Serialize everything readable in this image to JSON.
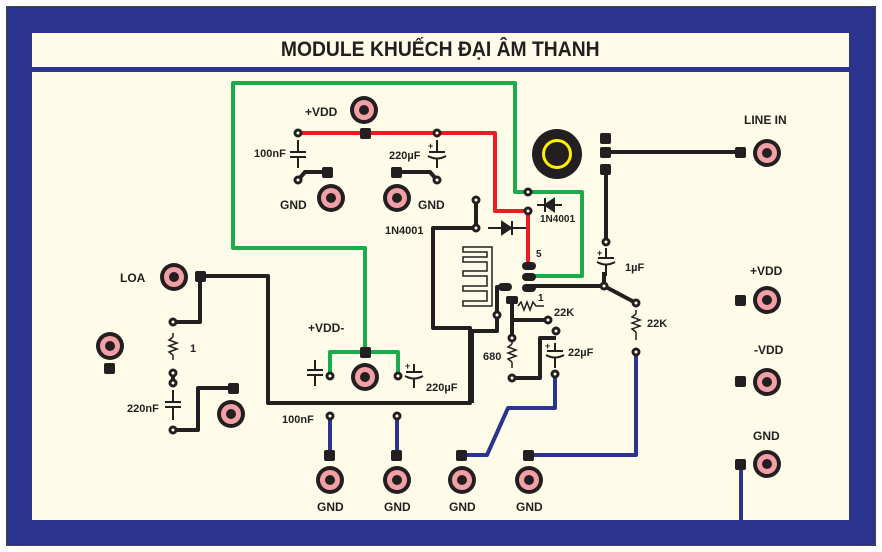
{
  "title": "MODULE KHUẾCH ĐẠI ÂM THANH",
  "colors": {
    "frame": "#2b3590",
    "board": "#fefbe9",
    "trace_black": "#231f20",
    "trace_red": "#ed1c24",
    "trace_green": "#1aab4b",
    "trace_blue": "#2b3590",
    "jack_ring": "#f2a0a6",
    "pot_ring": "#fff200"
  },
  "labels": {
    "vdd_top": "+VDD",
    "cap_100nF_top": "100nF",
    "cap_220uF_top": "220µF",
    "gnd_left_top": "GND",
    "gnd_right_top": "GND",
    "diode1": "1N4001",
    "diode2": "1N4001",
    "pin5": "5",
    "pin1": "1",
    "line_in": "LINE IN",
    "cap_1uF": "1µF",
    "r_22k_a": "22K",
    "r_22k_b": "22K",
    "r_680": "680",
    "cap_22uF": "22µF",
    "loa": "LOA",
    "r_1": "1",
    "cap_220nF": "220nF",
    "vdd_pm": "+VDD-",
    "cap_220uF_mid": "220µF",
    "cap_100nF_bot": "100nF",
    "gnd_bottom": [
      "GND",
      "GND",
      "GND",
      "GND"
    ],
    "right_vdd_plus": "+VDD",
    "right_vdd_minus": "-VDD",
    "right_gnd": "GND"
  }
}
